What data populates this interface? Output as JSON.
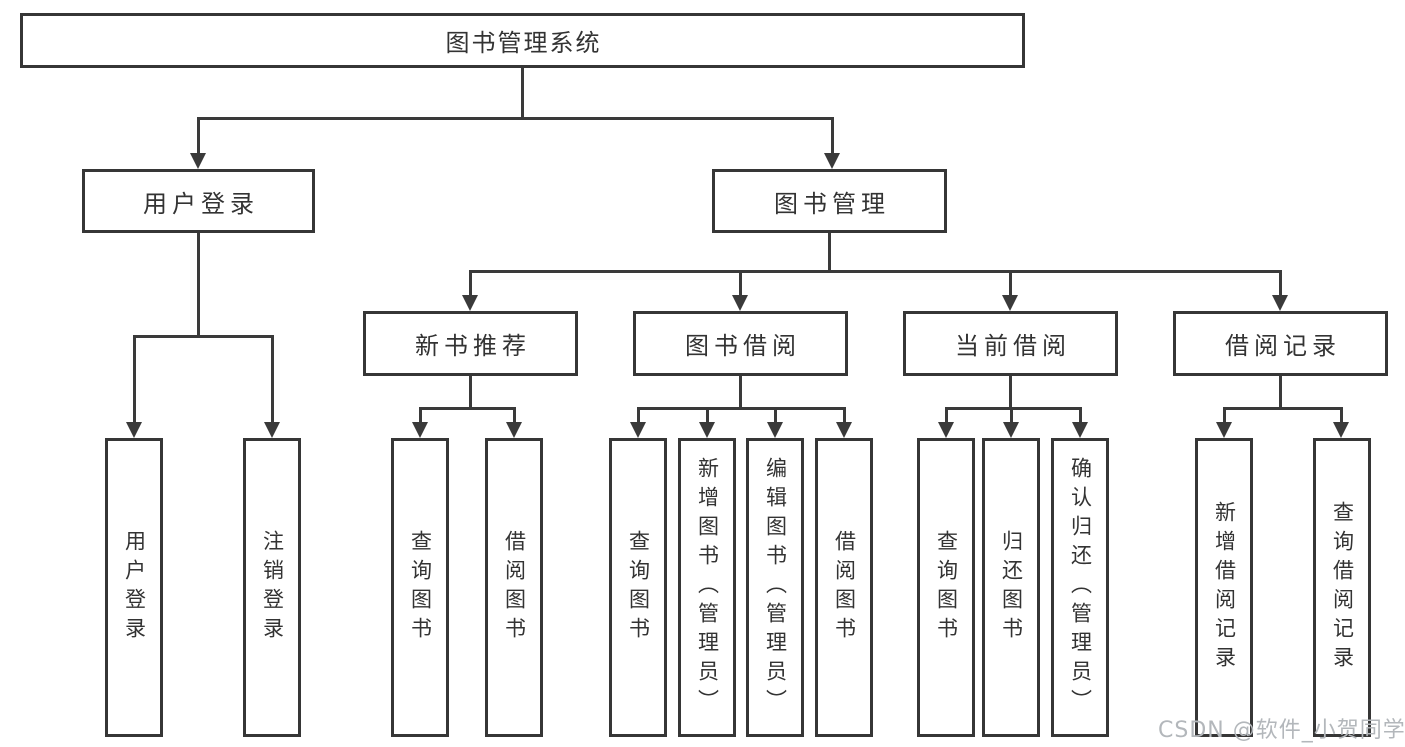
{
  "nodes": {
    "root": "图书管理系统",
    "level2": {
      "user_login": "用户登录",
      "book_mgmt": "图书管理"
    },
    "level3": {
      "new_books": "新书推荐",
      "borrow": "图书借阅",
      "current": "当前借阅",
      "records": "借阅记录"
    },
    "leaves": {
      "user_login": "用户登录",
      "logout": "注销登录",
      "nb_query": "查询图书",
      "nb_borrow": "借阅图书",
      "bb_query": "查询图书",
      "bb_add": "新增图书（管理员）",
      "bb_edit": "编辑图书（管理员）",
      "bb_borrow": "借阅图书",
      "cb_query": "查询图书",
      "cb_return": "归还图书",
      "cb_confirm": "确认归还（管理员）",
      "br_add": "新增借阅记录",
      "br_query": "查询借阅记录"
    }
  },
  "watermark": "CSDN @软件_小贺同学",
  "colors": {
    "line": "#3a3a3a",
    "border": "#363636",
    "text": "#333333",
    "watermark": "#b3b7bb",
    "background": "#ffffff"
  }
}
